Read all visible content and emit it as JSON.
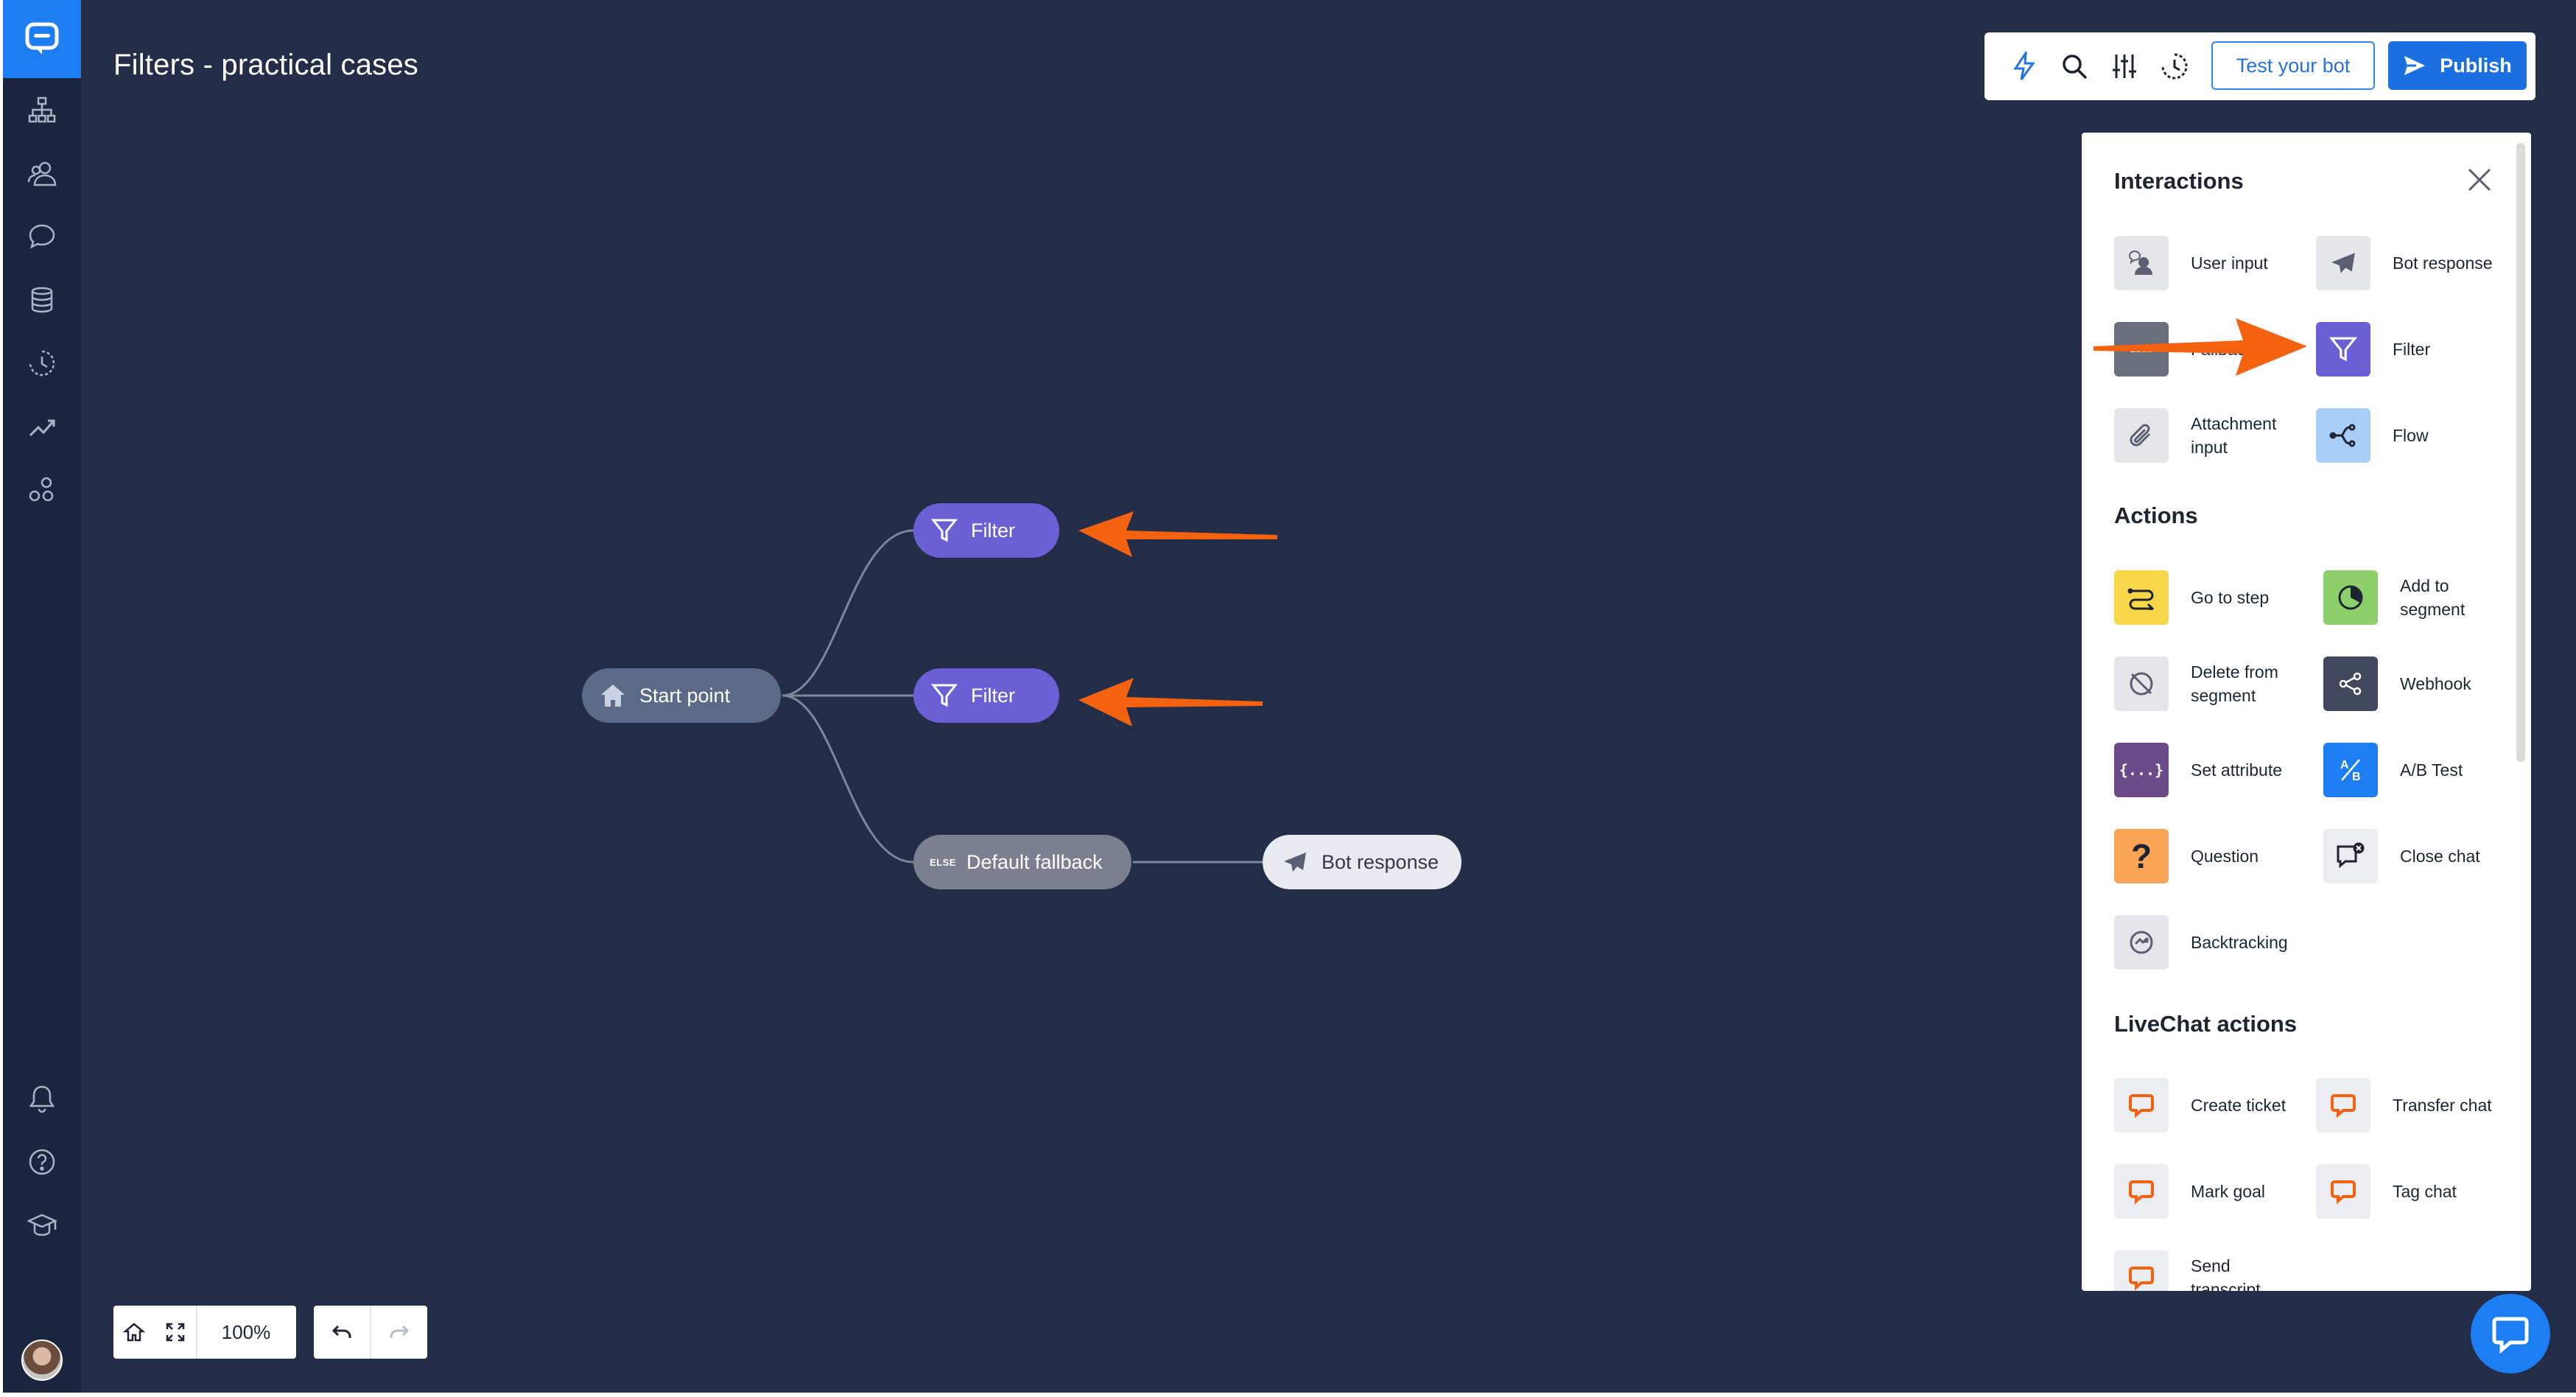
{
  "app": {
    "title": "Filters - practical cases"
  },
  "sidebar": {
    "items": [
      {
        "name": "chatbot-logo-icon"
      },
      {
        "name": "flows-icon"
      },
      {
        "name": "audience-icon"
      },
      {
        "name": "chats-icon"
      },
      {
        "name": "database-icon"
      },
      {
        "name": "history-icon"
      },
      {
        "name": "reports-icon"
      },
      {
        "name": "integrations-icon"
      },
      {
        "name": "bell-icon"
      },
      {
        "name": "help-icon"
      },
      {
        "name": "academy-icon"
      }
    ]
  },
  "toolbar": {
    "icons": [
      "bolt-icon",
      "search-icon",
      "sliders-icon",
      "history-icon"
    ],
    "test_label": "Test your bot",
    "publish_label": "Publish"
  },
  "canvas": {
    "start_label": "Start point",
    "filter1_label": "Filter",
    "filter2_label": "Filter",
    "else_tag": "ELSE",
    "fallback_label": "Default fallback",
    "bot_response_label": "Bot response"
  },
  "panel": {
    "interactions_title": "Interactions",
    "interactions": [
      {
        "label": "User input",
        "icon": "user-input-icon"
      },
      {
        "label": "Bot response",
        "icon": "paper-plane-icon"
      },
      {
        "label": "Fallback",
        "icon": "else-icon"
      },
      {
        "label": "Filter",
        "icon": "filter-icon"
      },
      {
        "label": "Attachment input",
        "icon": "paperclip-icon"
      },
      {
        "label": "Flow",
        "icon": "flow-icon"
      }
    ],
    "actions_title": "Actions",
    "actions": [
      {
        "label": "Go to step",
        "icon": "go-to-step-icon"
      },
      {
        "label": "Add to segment",
        "icon": "segment-icon"
      },
      {
        "label": "Delete from segment",
        "icon": "delete-segment-icon"
      },
      {
        "label": "Webhook",
        "icon": "webhook-icon"
      },
      {
        "label": "Set attribute",
        "icon": "attribute-icon"
      },
      {
        "label": "A/B Test",
        "icon": "ab-test-icon"
      },
      {
        "label": "Question",
        "icon": "question-icon"
      },
      {
        "label": "Close chat",
        "icon": "close-chat-icon"
      },
      {
        "label": "Backtracking",
        "icon": "backtracking-icon"
      }
    ],
    "livechat_title": "LiveChat actions",
    "livechat_actions": [
      {
        "label": "Create ticket",
        "icon": "livechat-icon"
      },
      {
        "label": "Transfer chat",
        "icon": "livechat-icon"
      },
      {
        "label": "Mark goal",
        "icon": "livechat-icon"
      },
      {
        "label": "Tag chat",
        "icon": "livechat-icon"
      },
      {
        "label": "Send transcript",
        "icon": "livechat-icon"
      }
    ]
  },
  "zoom": {
    "level": "100%"
  },
  "colors": {
    "canvas_bg": "#232d47",
    "sidebar_bg": "#1c2540",
    "accent_blue": "#1c7ef2",
    "filter_purple": "#6a5fd4",
    "arrow_orange": "#f5620f"
  }
}
